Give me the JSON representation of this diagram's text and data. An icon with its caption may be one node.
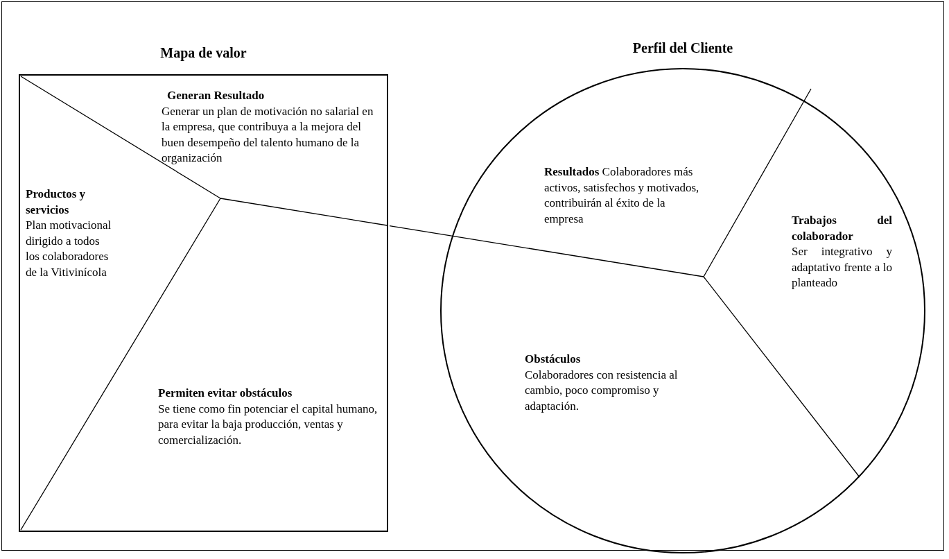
{
  "diagram": {
    "nodes": [
      {
        "text": [
          "Mapa de valor"
        ]
      },
      {
        "text": [
          "Productos y servicios",
          "Plan motivacional dirigido a todos los colaboradores de la Vitivinícola"
        ],
        "in": 0
      },
      {
        "text": [
          "Generan Resultado",
          "Generar un plan de motivación no salarial en la empresa, que contribuya a la mejora del buen desempeño del talento humano de la organización"
        ],
        "in": 0
      },
      {
        "text": [
          "Permiten evitar obstáculos",
          "Se tiene como fin potenciar el capital humano, para evitar la baja producción, ventas y comercialización."
        ],
        "in": 0
      },
      {
        "text": [
          "Perfil del Cliente"
        ]
      },
      {
        "text": [
          "Resultados",
          "Colaboradores más activos, satisfechos y motivados, contribuirán al éxito de la empresa"
        ],
        "in": 4
      },
      {
        "text": [
          "Trabajos del colaborador",
          "Ser integrativo y adaptativo frente a lo planteado"
        ],
        "in": 4
      },
      {
        "text": [
          "Obstáculos",
          "Colaboradores con resistencia al cambio, poco compromiso y adaptación."
        ],
        "in": 4
      }
    ],
    "edges": [
      {
        "from": 0,
        "to": 4,
        "arrow": "none"
      }
    ]
  }
}
